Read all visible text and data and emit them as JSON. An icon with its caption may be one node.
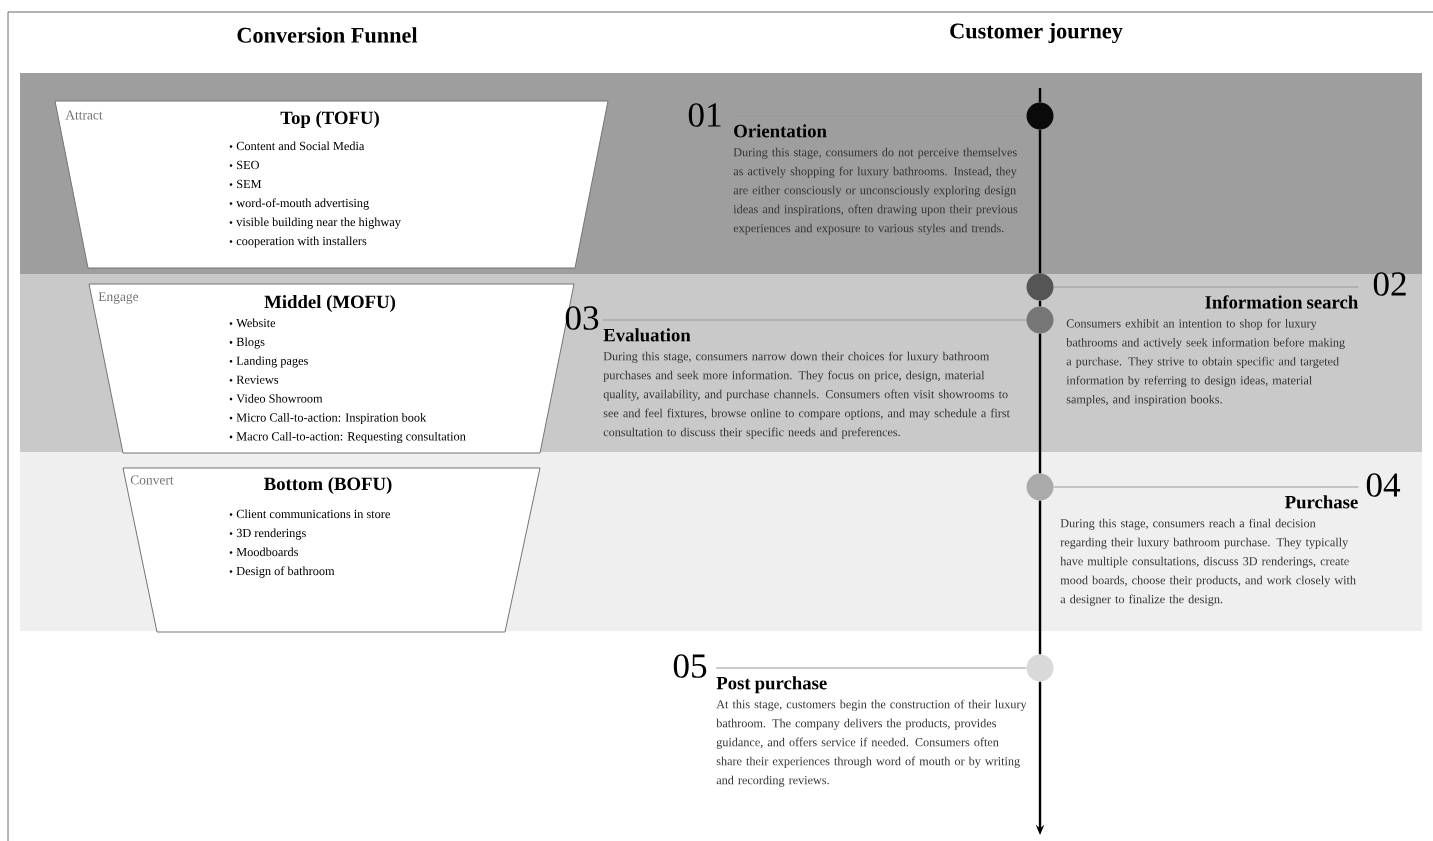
{
  "diagram": {
    "nodes": [
      {
        "text": [
          "Attract",
          "Top (TOFU)",
          "Content and Social Media",
          "SEO",
          "SEM",
          "word-of-mouth advertising",
          "visible building near the highway",
          "cooperation with installers"
        ]
      },
      {
        "text": [
          "Engage",
          "Middel (MOFU)",
          "Website",
          "Blogs",
          "Landing pages",
          "Reviews",
          "Video Showroom",
          "Micro Call-to-action: Inspiration book",
          "Macro Call-to-action: Requesting consultation"
        ]
      },
      {
        "text": [
          "Convert",
          "Bottom (BOFU)",
          "Client communications in store",
          "3D renderings",
          "Moodboards",
          "Design of bathroom"
        ]
      },
      {
        "text": [],
        "shape": "circle"
      },
      {
        "text": [],
        "shape": "circle"
      },
      {
        "text": [],
        "shape": "circle"
      },
      {
        "text": [],
        "shape": "circle"
      },
      {
        "text": [],
        "shape": "circle"
      },
      {
        "text": [
          "Orientation",
          "During this stage, consumers do not perceive themselves as actively shopping for luxury bathrooms. Instead, they are either consciously or unconsciously exploring design ideas and inspirations, often drawing upon their previous experiences and exposure to various styles and trends."
        ],
        "beside": [
          "01"
        ]
      },
      {
        "text": [
          "Information search",
          "Consumers exhibit an intention to shop for luxury bathrooms and actively seek information before making a purchase. They strive to obtain specific and targeted information by referring to design ideas, material samples, and inspiration books."
        ],
        "beside": [
          "02"
        ]
      },
      {
        "text": [
          "Evaluation",
          "During this stage, consumers narrow down their choices for luxury bathroom purchases and seek more information. They focus on price, design, material quality, availability, and purchase channels. Consumers often visit showrooms to see and feel fixtures, browse online to compare options, and may schedule a first consultation to discuss their specific needs and preferences."
        ],
        "beside": [
          "03"
        ]
      },
      {
        "text": [
          "Purchase",
          "During this stage, consumers reach a final decision regarding their luxury bathroom purchase. They typically have multiple consultations, discuss 3D renderings, create mood boards, choose their products, and work closely with a designer to finalize the design."
        ],
        "beside": [
          "04"
        ]
      },
      {
        "text": [
          "Post purchase",
          "At this stage, customers begin the construction of their luxury bathroom. The company delivers the products, provides guidance, and offers service if needed. Consumers often share their experiences through word of mouth or by writing and recording reviews."
        ],
        "beside": [
          "05"
        ]
      }
    ],
    "edges": [
      {
        "from": null,
        "to": 3,
        "arrow": "none"
      },
      {
        "from": 3,
        "to": 4,
        "arrow": "none"
      },
      {
        "from": 4,
        "to": 5,
        "arrow": "none"
      },
      {
        "from": 5,
        "to": 6,
        "arrow": "none"
      },
      {
        "from": 6,
        "to": 7,
        "arrow": "none"
      },
      {
        "from": 7,
        "to": null,
        "arrow": "to"
      },
      {
        "from": 3,
        "to": 8,
        "arrow": "none",
        "color": "#999999"
      },
      {
        "from": 4,
        "to": 9,
        "arrow": "none",
        "color": "#999999"
      },
      {
        "from": 5,
        "to": 10,
        "arrow": "none",
        "color": "#999999"
      },
      {
        "from": 6,
        "to": 11,
        "arrow": "none",
        "color": "#999999"
      },
      {
        "from": 7,
        "to": 12,
        "arrow": "none",
        "color": "#999999"
      }
    ],
    "labels": [
      "Conversion Funnel",
      "Customer journey"
    ]
  }
}
